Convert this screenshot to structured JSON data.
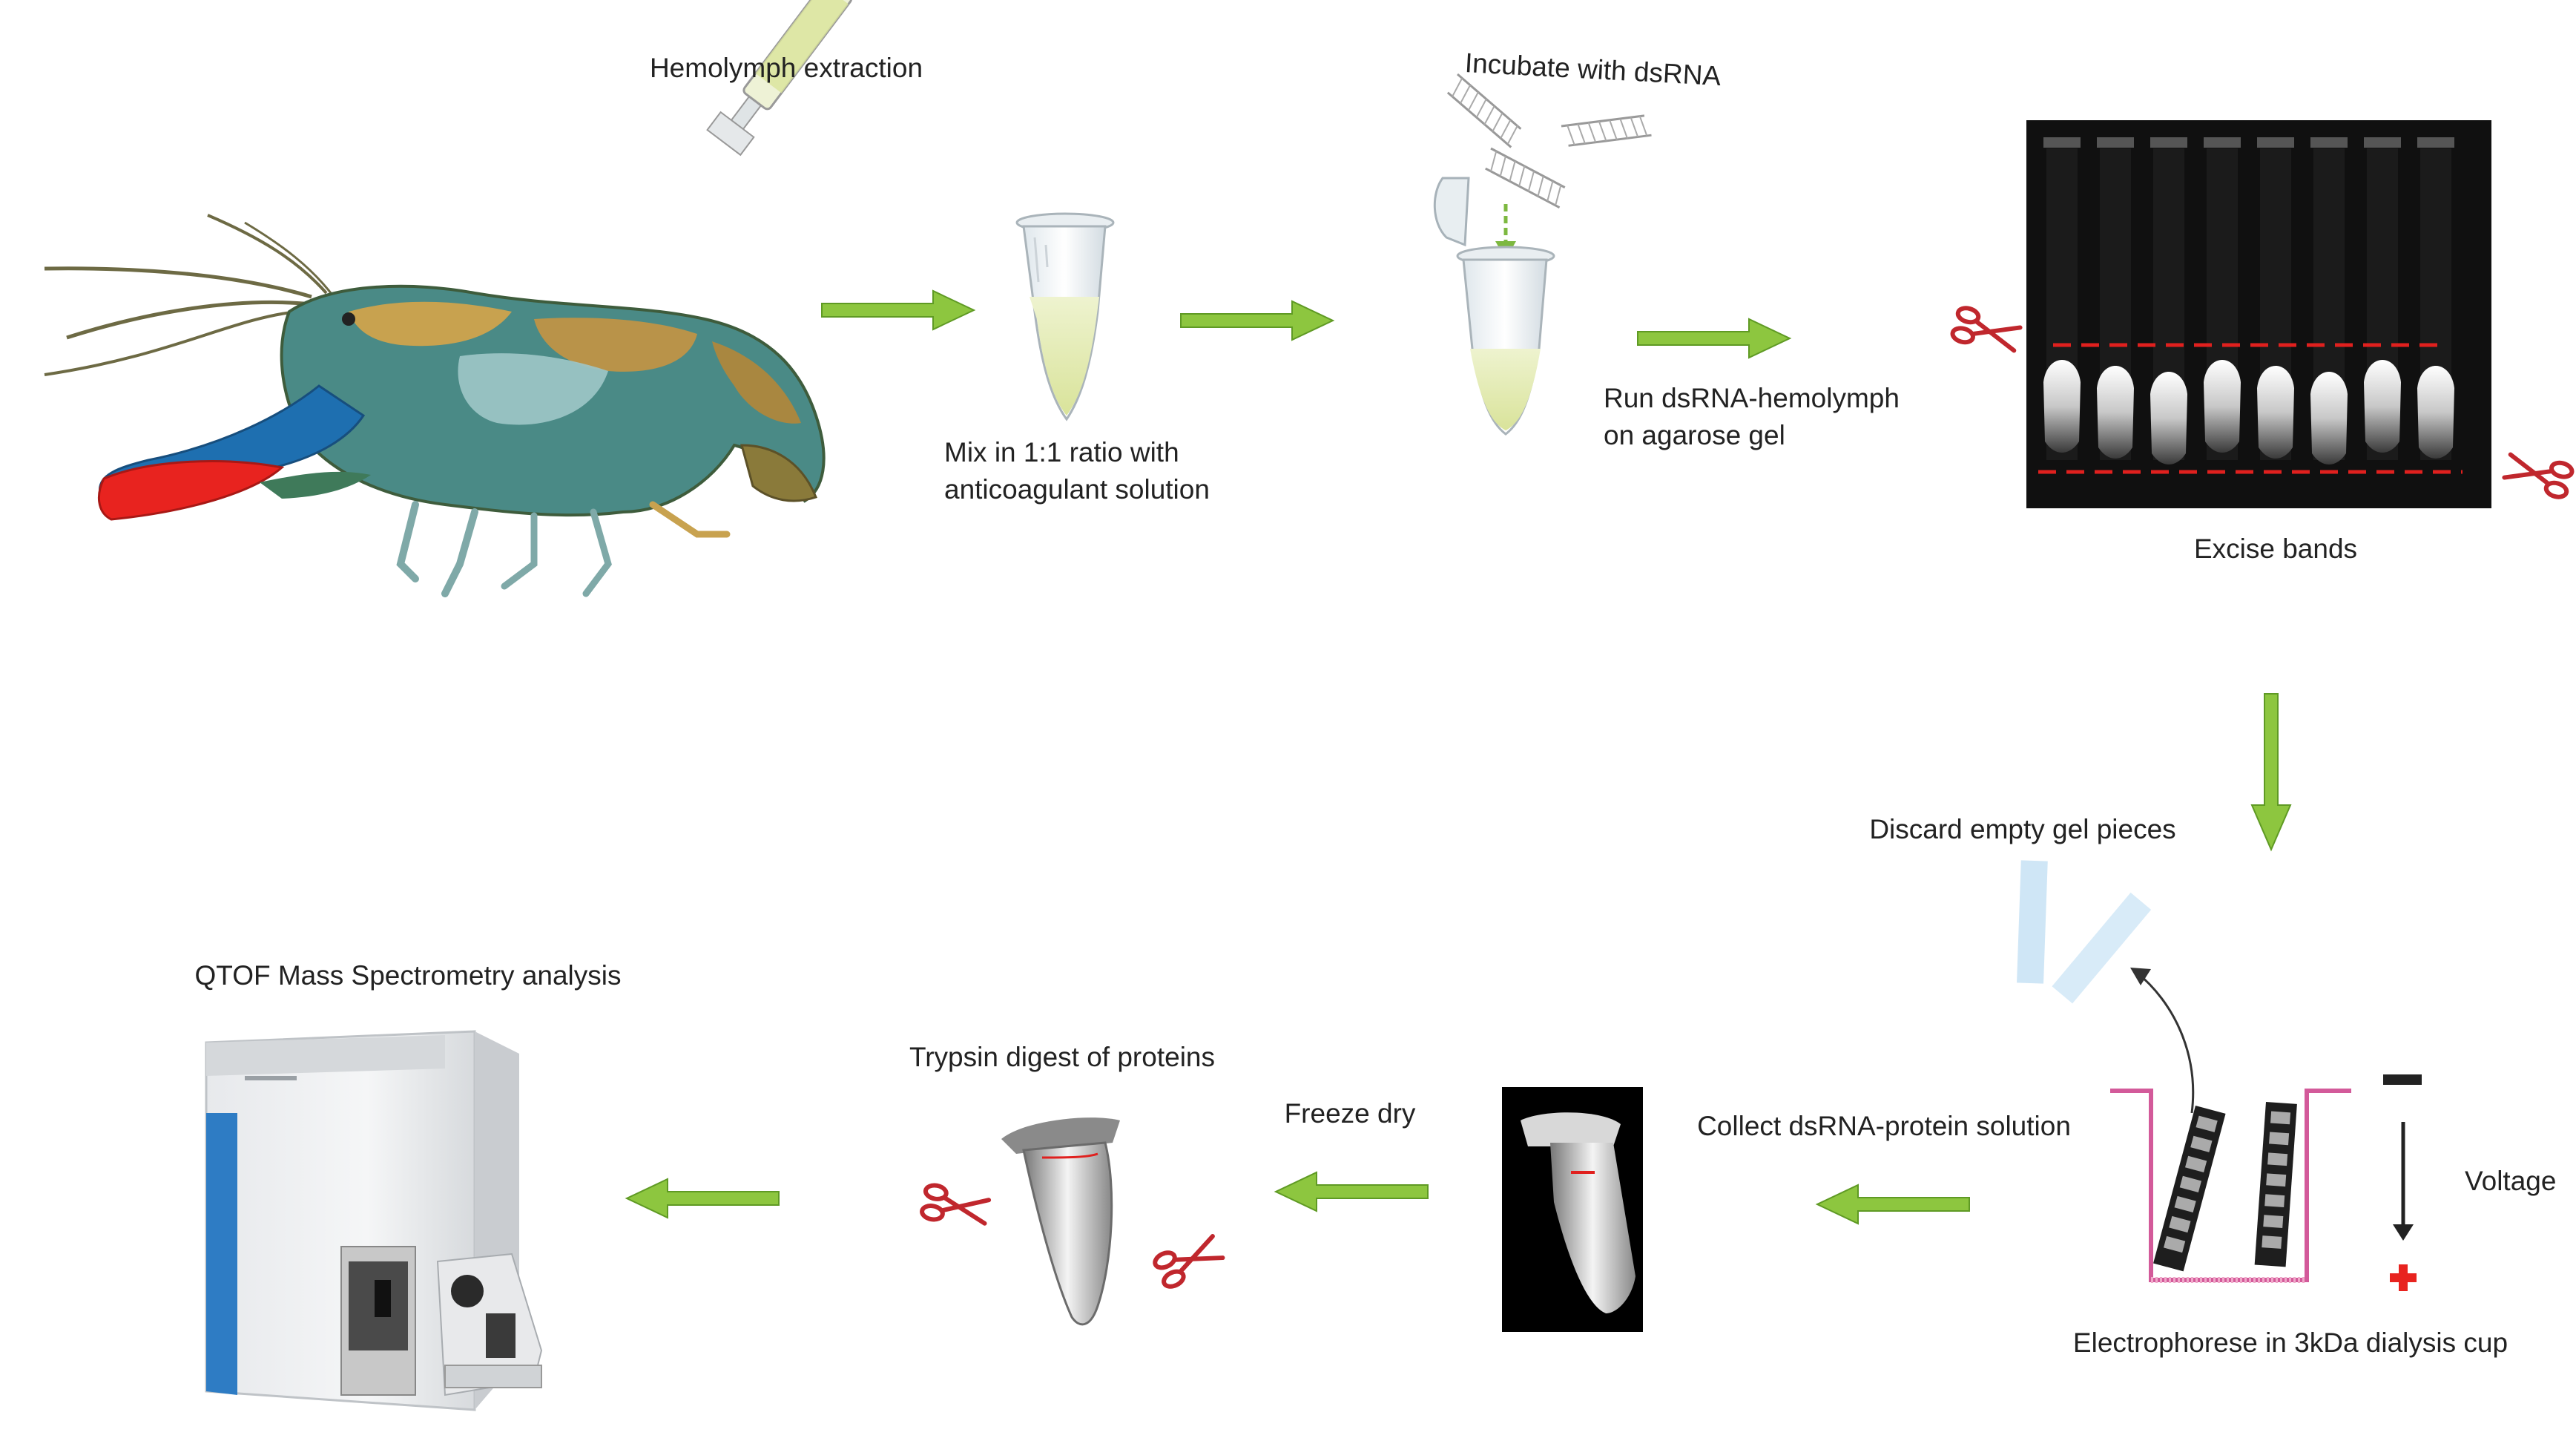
{
  "labels": {
    "hemolymph_extraction": "Hemolymph extraction",
    "mix_ratio": "Mix in 1:1 ratio with\nanticoagulant solution",
    "incubate": "Incubate with dsRNA",
    "run_gel": "Run dsRNA-hemolymph\non agarose gel",
    "excise_bands": "Excise bands",
    "discard_pieces": "Discard empty gel pieces",
    "electrophorese": "Electrophorese in 3kDa dialysis cup",
    "voltage": "Voltage",
    "collect_solution": "Collect dsRNA-protein solution",
    "freeze_dry": "Freeze dry",
    "trypsin_digest": "Trypsin digest of proteins",
    "qtof": "QTOF Mass Spectrometry analysis"
  },
  "colors": {
    "arrow_green": "#8dc63f",
    "arrow_green_dark": "#5f9a24",
    "cut_line_red": "#e0201e",
    "scissor_red": "#c0272d",
    "crayfish_blue": "#1e6fb0",
    "crayfish_red": "#e8231f",
    "gel_band_white": "#f2f2f2",
    "dialysis_cup_pink": "#d35a9a",
    "instrument_blue": "#2e7cc4"
  },
  "icons": {
    "flow_arrow": "green-right-arrow",
    "scissors": "scissors-icon",
    "tube": "microcentrifuge-tube-icon",
    "syringe": "syringe-icon"
  }
}
